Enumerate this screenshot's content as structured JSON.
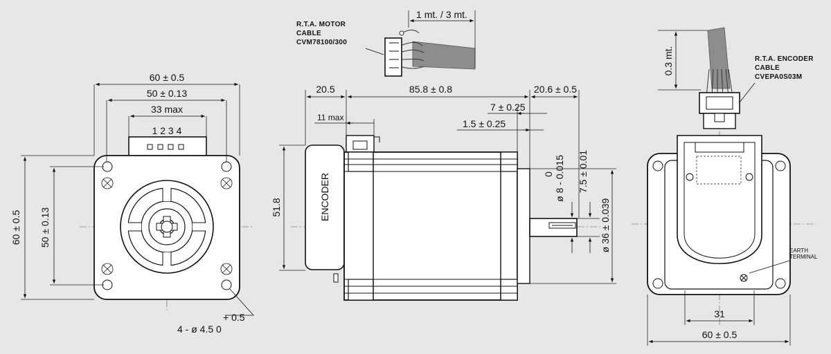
{
  "front_view": {
    "dim_overall_width": "60 ± 0.5",
    "dim_bolt_spacing_h": "50 ± 0.13",
    "dim_connector_width": "33 max",
    "connector_pins": "1 2 3 4",
    "dim_overall_height": "60 ± 0.5",
    "dim_bolt_spacing_v": "50 ± 0.13",
    "hole_tolerance": "+ 0.5",
    "hole_spec": "4 - ø 4.5  0"
  },
  "side_view": {
    "motor_cable_line1": "R.T.A. MOTOR",
    "motor_cable_line2": "CABLE",
    "motor_cable_line3": "CVM78100/300",
    "cable_length": "1 mt. / 3 mt.",
    "dim_encoder_length": "20.5",
    "dim_body_length": "85.8 ± 0.8",
    "dim_shaft_length": "20.6 ± 0.5",
    "dim_shaft_flat": "7 ± 0.25",
    "dim_pilot_depth": "1.5 ± 0.25",
    "dim_connector_max": "11 max",
    "encoder_label": "ENCODER",
    "dim_height": "51.8",
    "dim_shaft_dia_top": "0",
    "dim_shaft_dia": "ø 8 - 0.015",
    "dim_flat_height": "7.5 ± 0.01",
    "dim_pilot_dia": "ø 36 ± 0.039"
  },
  "rear_view": {
    "encoder_cable_length": "0.3 mt.",
    "encoder_cable_line1": "R.T.A. ENCODER",
    "encoder_cable_line2": "CABLE",
    "encoder_cable_line3": "CVEPA0S03M",
    "earth_line1": "EARTH",
    "earth_line2": "TERMINAL",
    "dim_terminal_offset": "31",
    "dim_width": "60 ± 0.5"
  }
}
